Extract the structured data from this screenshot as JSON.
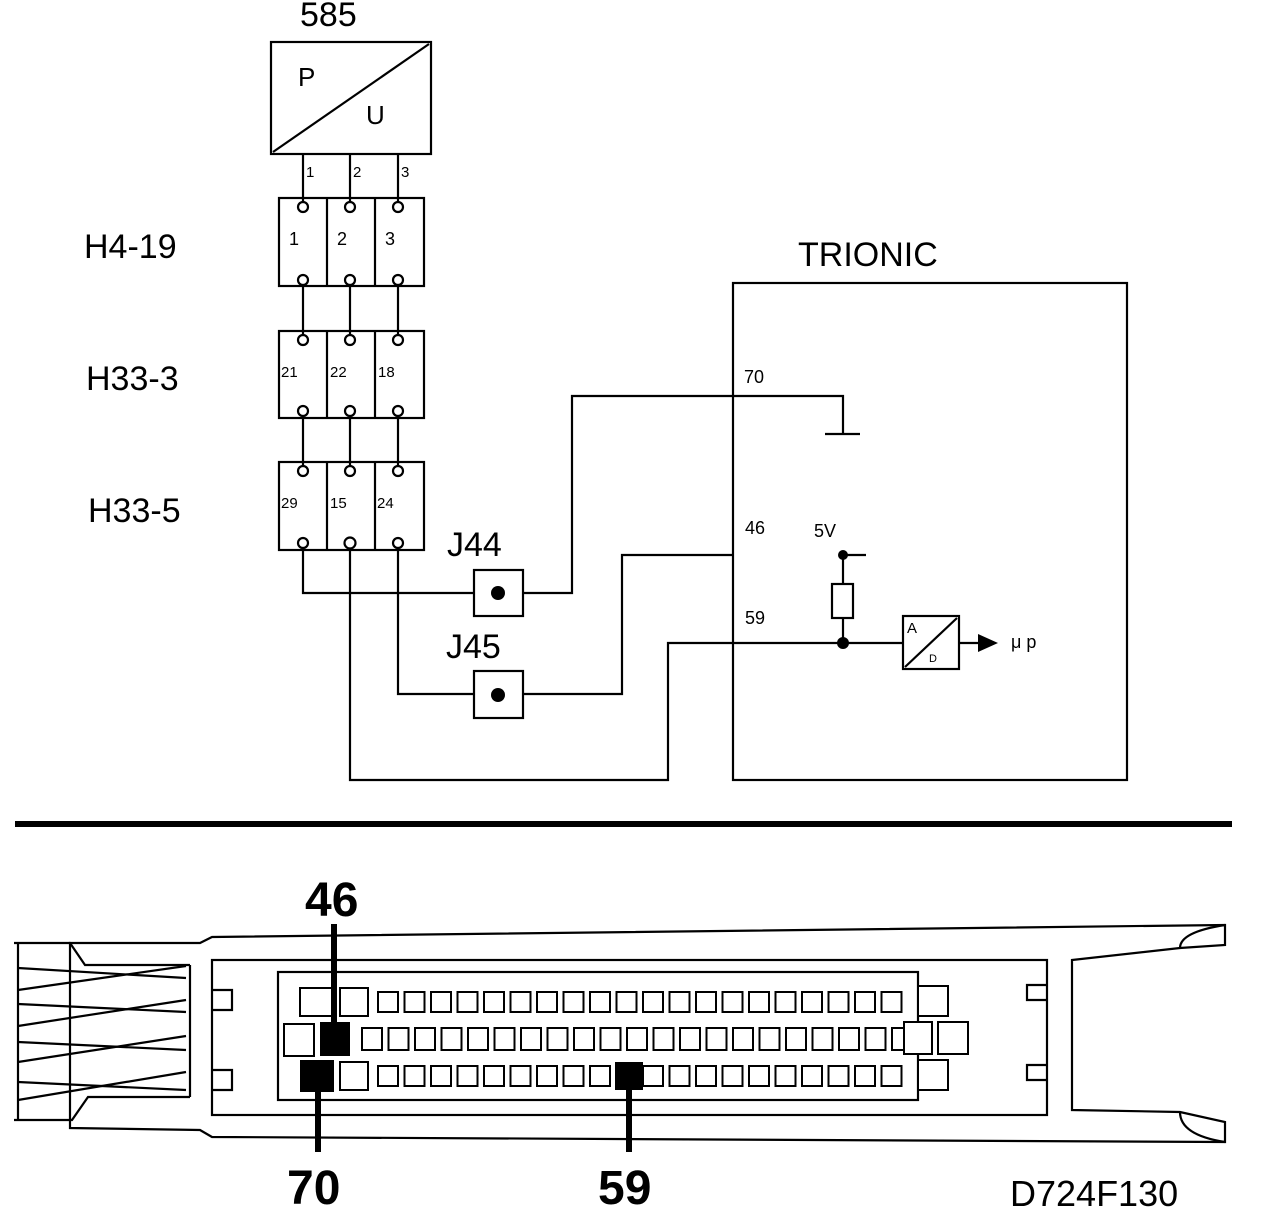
{
  "sensor": {
    "id": "585",
    "top_letter": "P",
    "bottom_letter": "U",
    "pins": [
      "1",
      "2",
      "3"
    ]
  },
  "connectors": [
    {
      "name": "H4-19",
      "pins": [
        "1",
        "2",
        "3"
      ]
    },
    {
      "name": "H33-3",
      "pins": [
        "21",
        "22",
        "18"
      ]
    },
    {
      "name": "H33-5",
      "pins": [
        "29",
        "15",
        "24"
      ]
    }
  ],
  "junctions": [
    "J44",
    "J45"
  ],
  "ecu": {
    "name": "TRIONIC",
    "pin_ground": "70",
    "pin_supply": "46",
    "supply_voltage": "5V",
    "pin_signal": "59",
    "adc_top": "A",
    "adc_bottom": "D",
    "output": "μ p"
  },
  "connector_view": {
    "pin_top": "46",
    "pin_bottom_left": "70",
    "pin_bottom_mid": "59"
  },
  "drawing_code": "D724F130"
}
